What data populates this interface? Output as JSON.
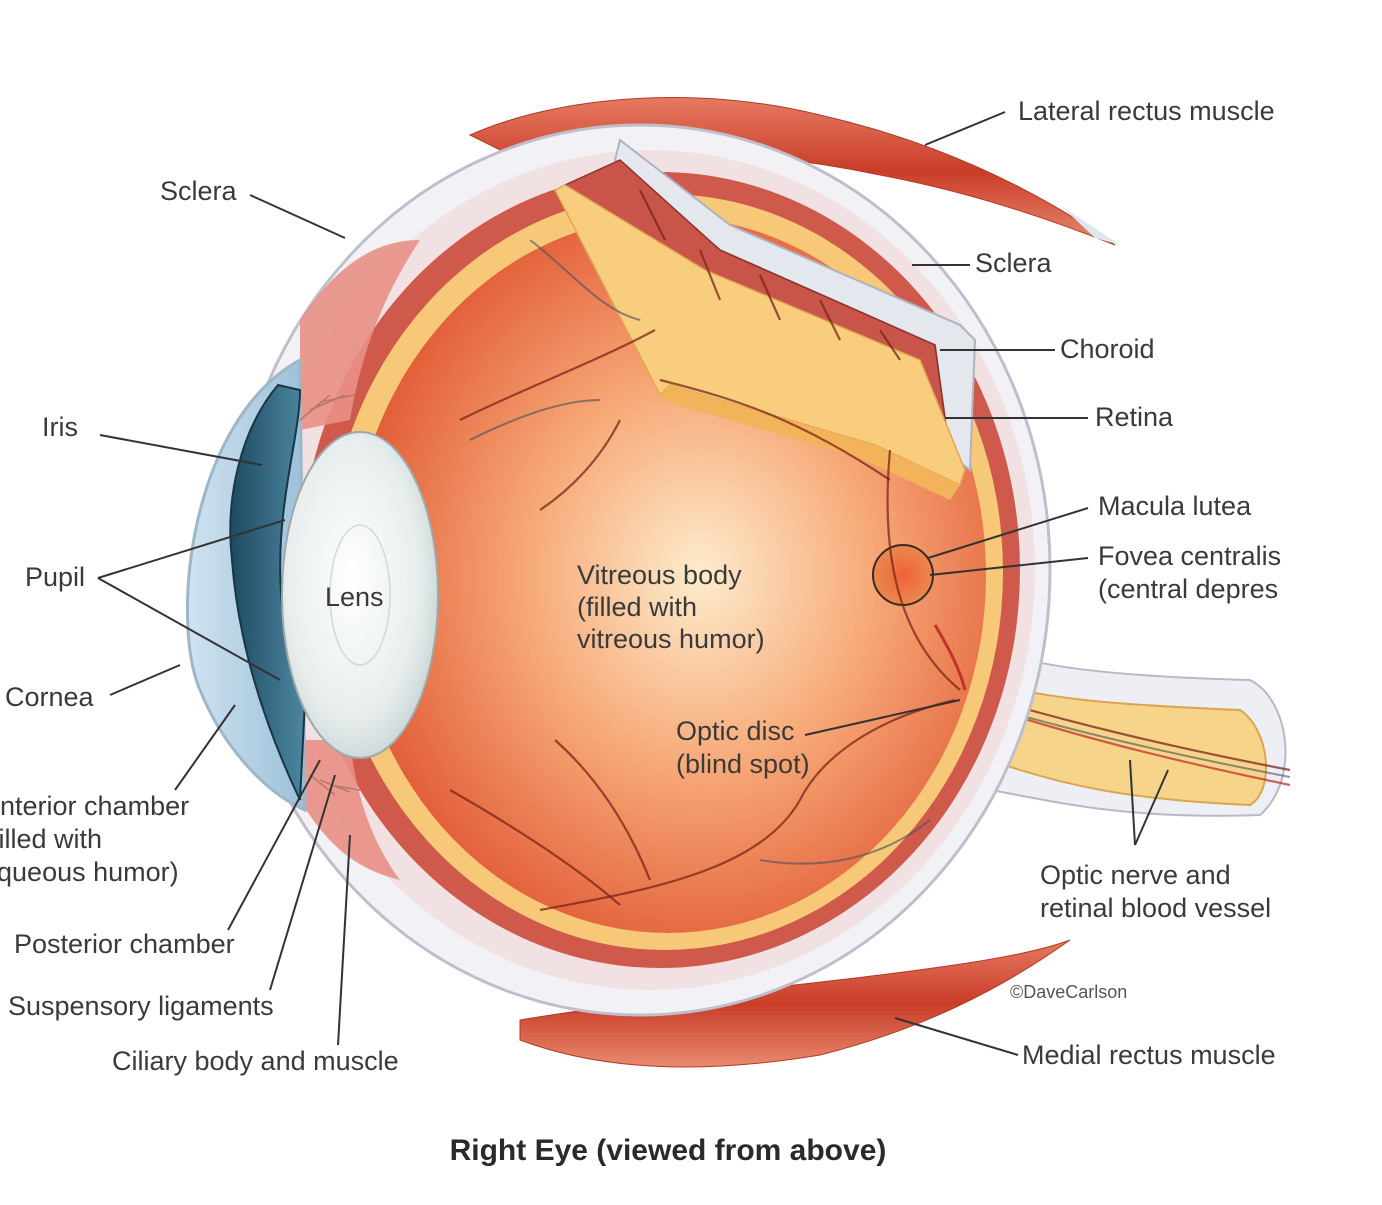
{
  "title": "Right Eye (viewed from above)",
  "credit": "©DaveCarlson",
  "labels": {
    "sclera_top_left": "Sclera",
    "lateral_rectus": "Lateral rectus muscle",
    "sclera_right": "Sclera",
    "choroid": "Choroid",
    "retina": "Retina",
    "macula": "Macula lutea",
    "fovea_l1": "Fovea centralis",
    "fovea_l2": "(central depres",
    "iris": "Iris",
    "pupil": "Pupil",
    "lens": "Lens",
    "vitreous_l1": "Vitreous body",
    "vitreous_l2": "(filled with",
    "vitreous_l3": "vitreous humor)",
    "cornea": "Cornea",
    "optic_disc_l1": "Optic disc",
    "optic_disc_l2": "(blind spot)",
    "anterior_l1": "Anterior chamber",
    "anterior_l2": "(filled with",
    "anterior_l3": "aqueous humor)",
    "optic_nerve_l1": "Optic nerve and",
    "optic_nerve_l2": "retinal blood vessel",
    "posterior": "Posterior chamber",
    "suspensory": "Suspensory ligaments",
    "ciliary": "Ciliary body and muscle",
    "medial_rectus": "Medial rectus muscle"
  },
  "colors": {
    "sclera": "#f2f2f6",
    "sclera_edge": "#c9c9d2",
    "choroid": "#c9554a",
    "retina": "#f7c878",
    "vitreous_center": "#fde9c6",
    "vitreous_edge": "#e0502a",
    "muscle": "#d9523a",
    "cornea": "#dbe9f4",
    "iris": "#2f5f78",
    "lens": "#eef2f2",
    "optic_nerve": "#f6d58b"
  }
}
